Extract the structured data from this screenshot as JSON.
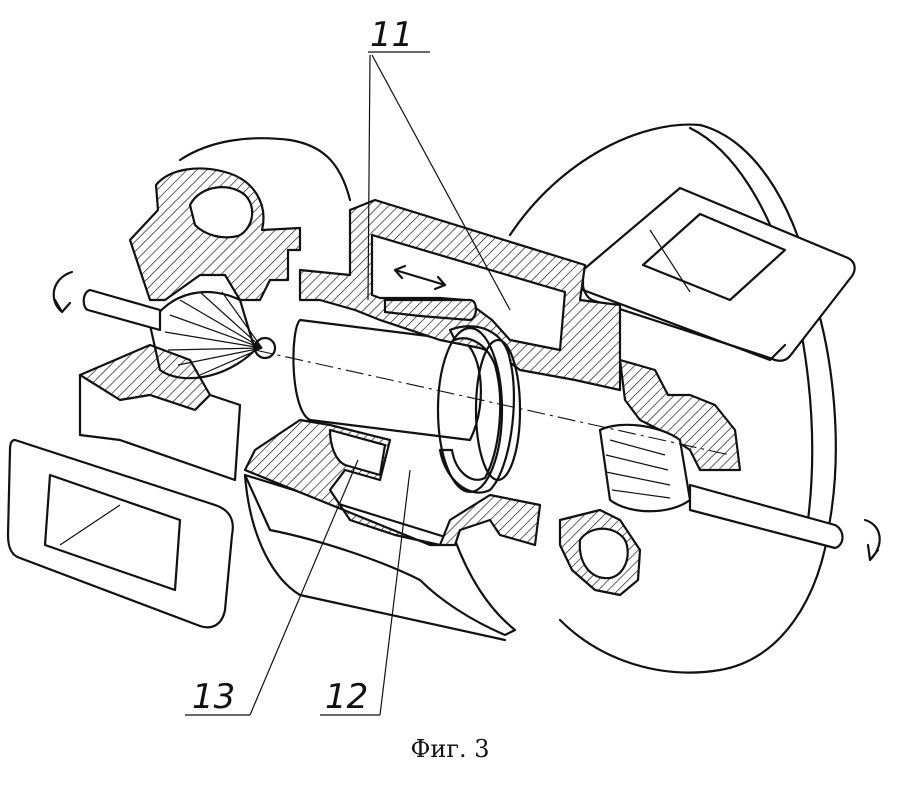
{
  "figure": {
    "caption": "Фиг. 3",
    "callouts": [
      {
        "id": "11",
        "text": "11"
      },
      {
        "id": "12",
        "text": "12"
      },
      {
        "id": "13",
        "text": "13"
      }
    ]
  }
}
